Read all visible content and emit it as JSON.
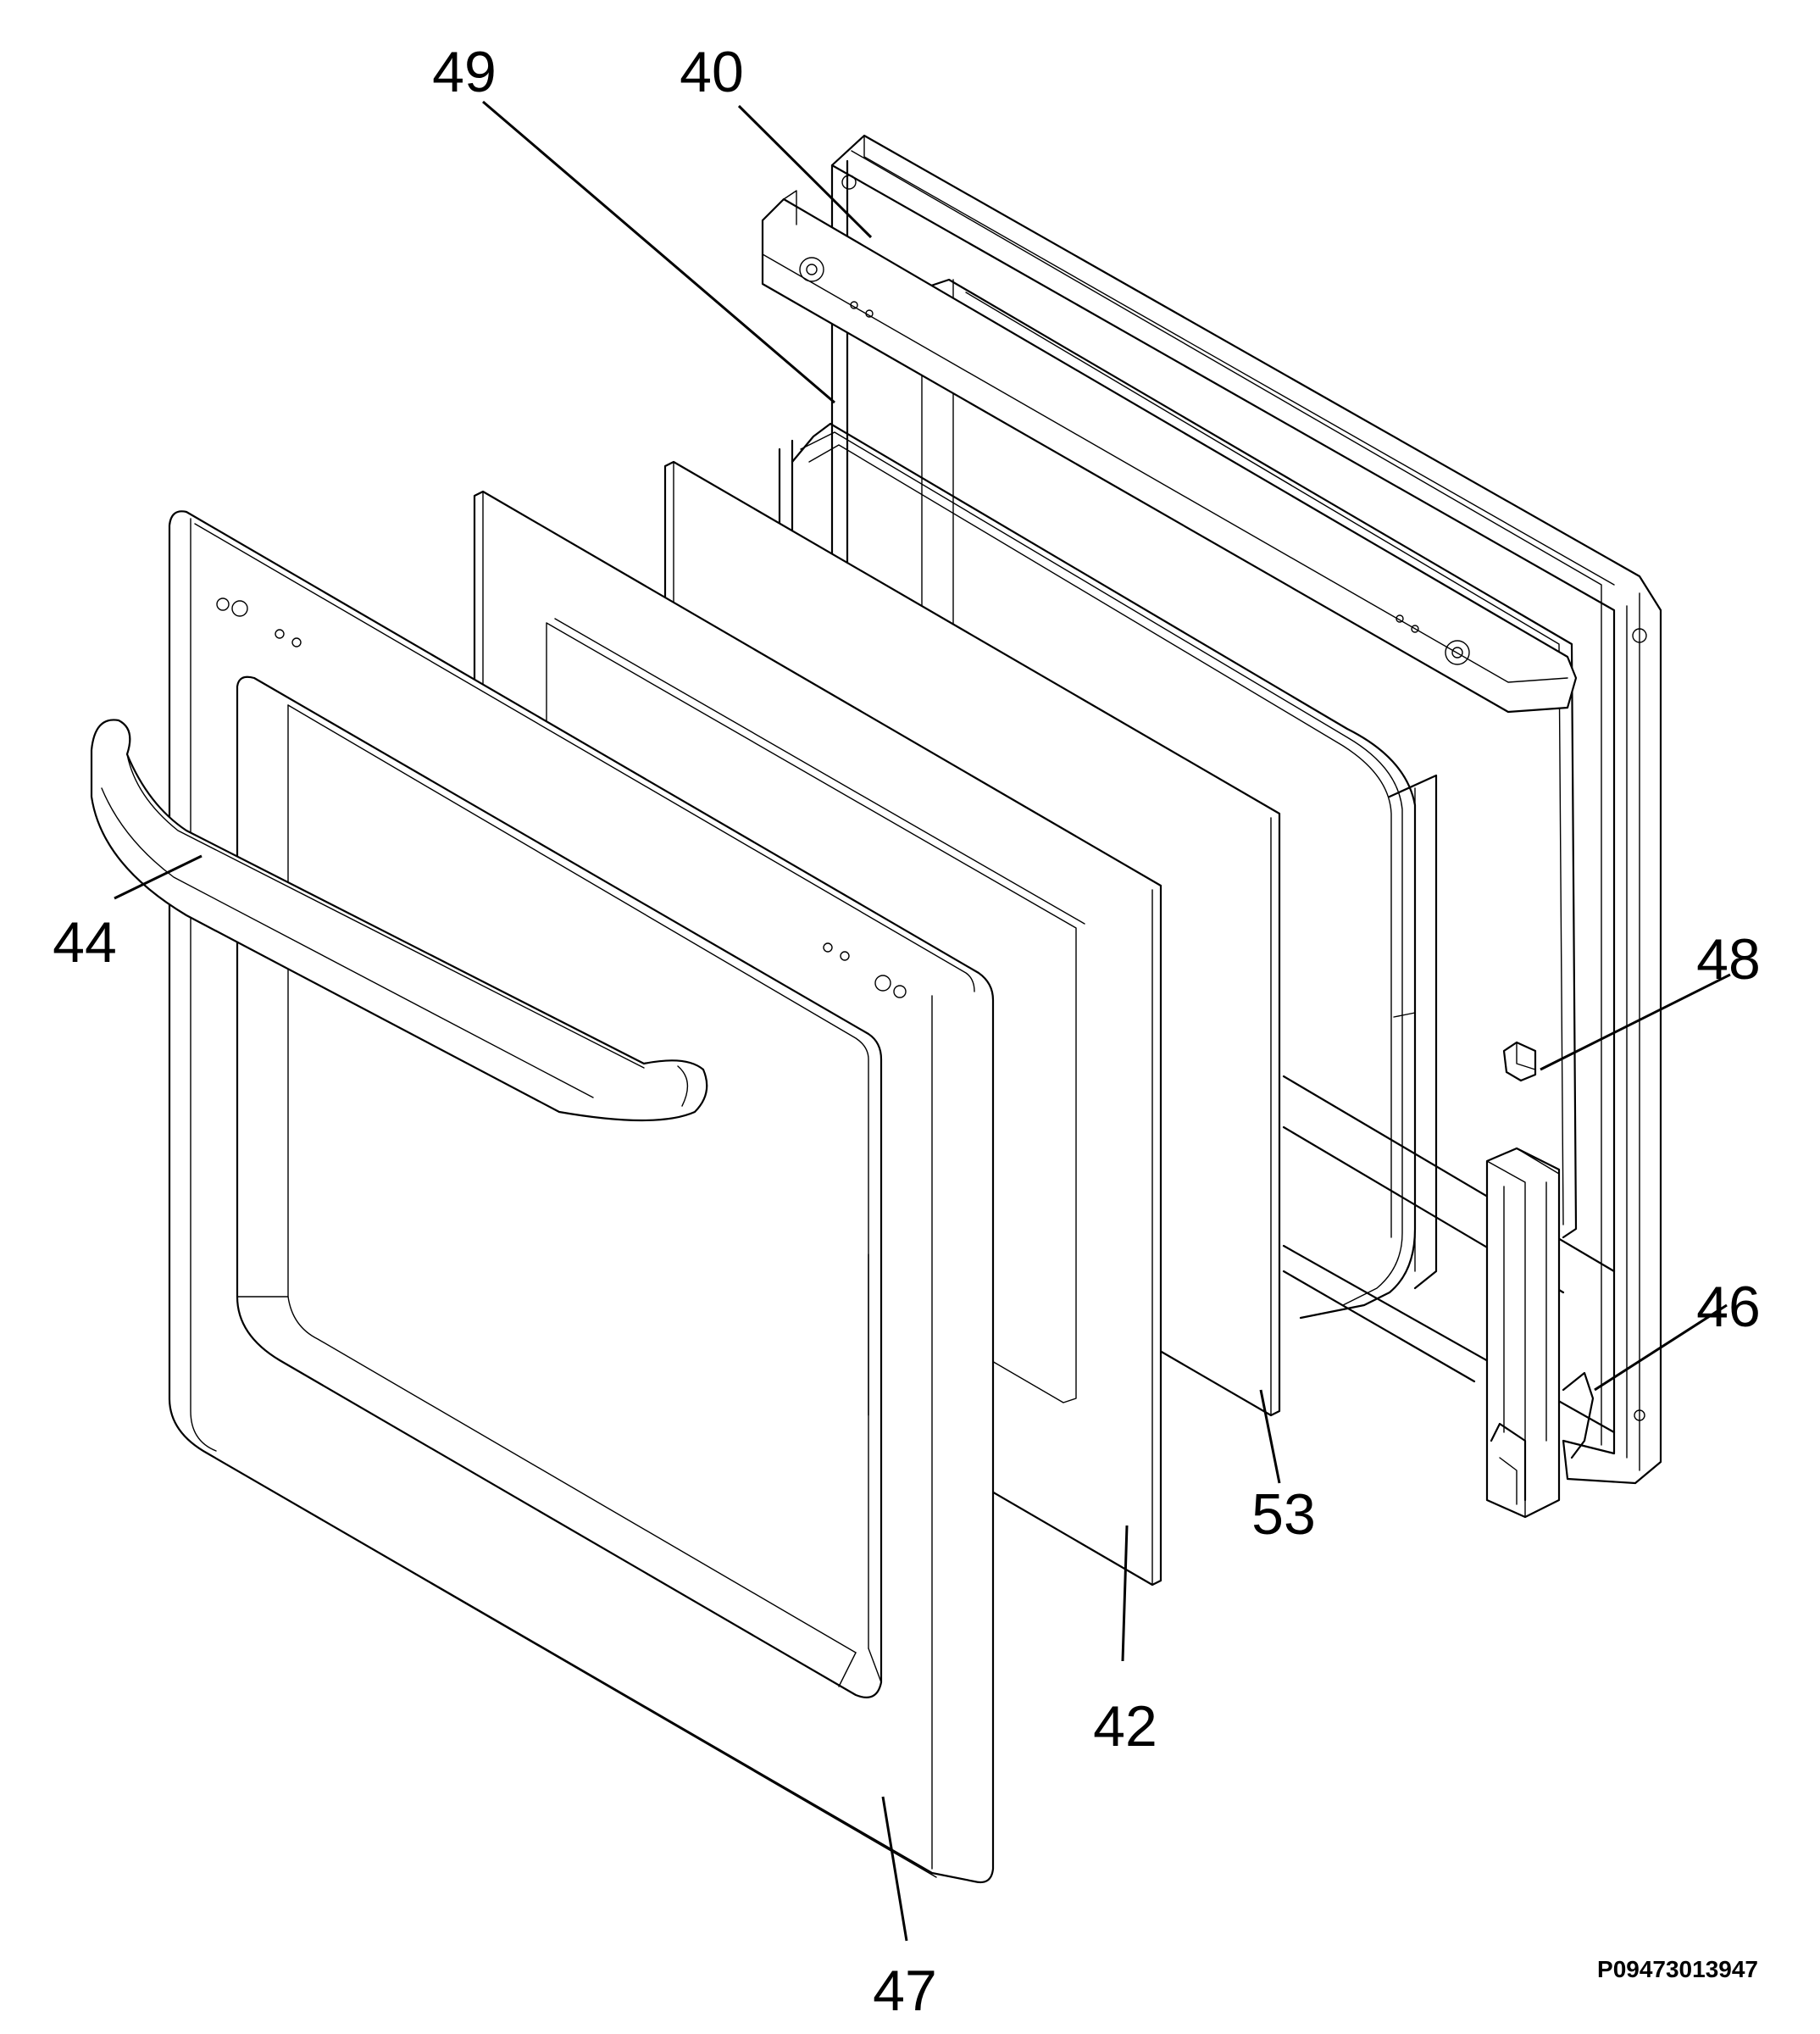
{
  "diagram": {
    "callouts": {
      "c40": "40",
      "c42": "42",
      "c44": "44",
      "c46": "46",
      "c47": "47",
      "c48": "48",
      "c49": "49",
      "c53": "53"
    },
    "drawing_code": "P09473013947"
  }
}
